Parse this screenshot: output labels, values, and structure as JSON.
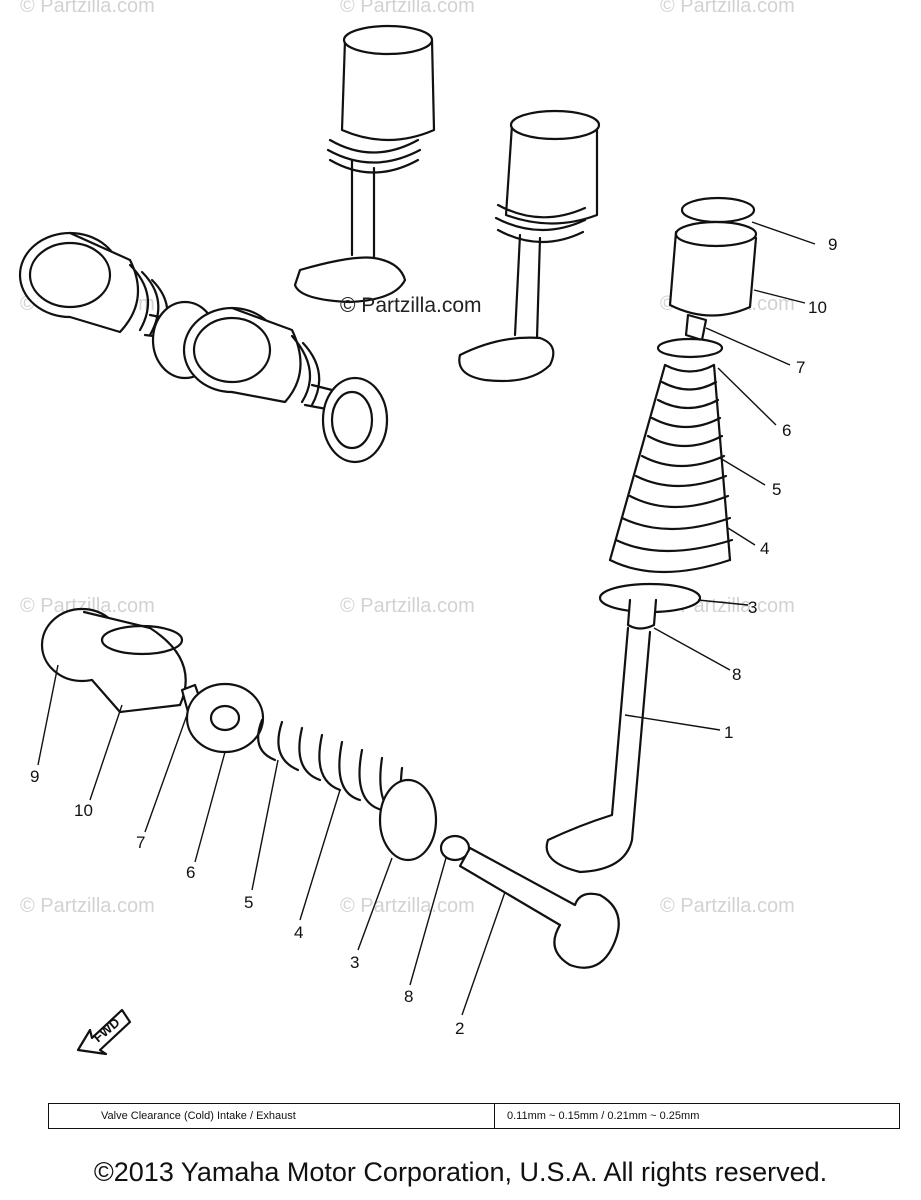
{
  "watermark": {
    "text": "© Partzilla.com",
    "center_text": "© Partzilla.com"
  },
  "callouts": {
    "right_9": "9",
    "right_10": "10",
    "right_7": "7",
    "right_6": "6",
    "right_5": "5",
    "right_4": "4",
    "right_3": "3",
    "right_8": "8",
    "right_1": "1",
    "left_9": "9",
    "left_10": "10",
    "left_7": "7",
    "left_6": "6",
    "left_5": "5",
    "left_4": "4",
    "left_3": "3",
    "left_8": "8",
    "left_2": "2"
  },
  "fwd_label": "FWD",
  "spec": {
    "label": "Valve Clearance (Cold) Intake / Exhaust",
    "value": "0.11mm ~ 0.15mm / 0.21mm ~ 0.25mm"
  },
  "copyright": "©2013 Yamaha Motor Corporation, U.S.A. All rights reserved."
}
